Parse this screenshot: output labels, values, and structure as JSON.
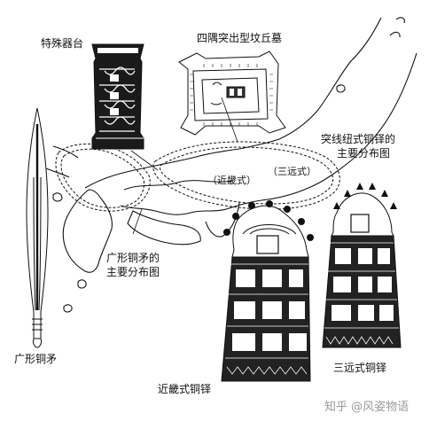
{
  "labels": {
    "special_vessel_stand": "特殊器台",
    "four_corner_mound": "四隅突出型坟丘墓",
    "raised_band_bell_line1": "突线纽式铜铎的",
    "raised_band_bell_line2": "主要分布图",
    "kinki_style": "（近畿式）",
    "sanen_style": "（三远式）",
    "broad_spear_dist_line1": "广形铜矛的",
    "broad_spear_dist_line2": "主要分布图",
    "broad_spear": "广形铜矛",
    "kinki_bell": "近畿式铜铎",
    "sanen_bell": "三远式铜铎"
  },
  "watermark": "知乎 @风姿物语",
  "colors": {
    "ink": "#111111",
    "paper": "#ffffff",
    "watermark": "#9a9a9a"
  }
}
